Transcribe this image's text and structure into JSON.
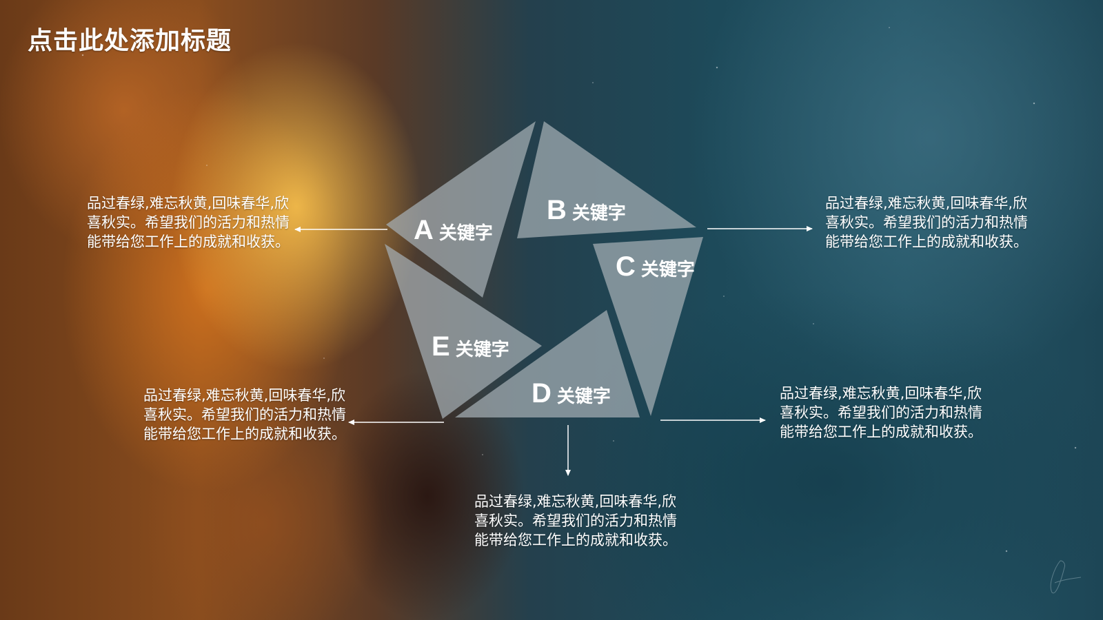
{
  "slide": {
    "title": "点击此处添加标题",
    "colors": {
      "text": "#ffffff",
      "triangle_fill": "rgba(165,175,180,0.72)",
      "arrow": "#ffffff",
      "background_left": "#8a4d1e",
      "background_right": "#1d4a5a"
    }
  },
  "pentagon": {
    "segments": [
      {
        "id": "A",
        "letter": "A",
        "label": "关键字"
      },
      {
        "id": "B",
        "letter": "B",
        "label": "关键字"
      },
      {
        "id": "C",
        "letter": "C",
        "label": "关键字"
      },
      {
        "id": "D",
        "letter": "D",
        "label": "关键字"
      },
      {
        "id": "E",
        "letter": "E",
        "label": "关键字"
      }
    ]
  },
  "descriptions": {
    "top_left": "品过春绿,难忘秋黄,回味春华,欣喜秋实。希望我们的活力和热情能带给您工作上的成就和收获。",
    "top_right": "品过春绿,难忘秋黄,回味春华,欣喜秋实。希望我们的活力和热情能带给您工作上的成就和收获。",
    "bottom_left": "品过春绿,难忘秋黄,回味春华,欣喜秋实。希望我们的活力和热情能带给您工作上的成就和收获。",
    "bottom_right": "品过春绿,难忘秋黄,回味春华,欣喜秋实。希望我们的活力和热情能带给您工作上的成就和收获。",
    "bottom_center": "品过春绿,难忘秋黄,回味春华,欣喜秋实。希望我们的活力和热情能带给您工作上的成就和收获。"
  }
}
